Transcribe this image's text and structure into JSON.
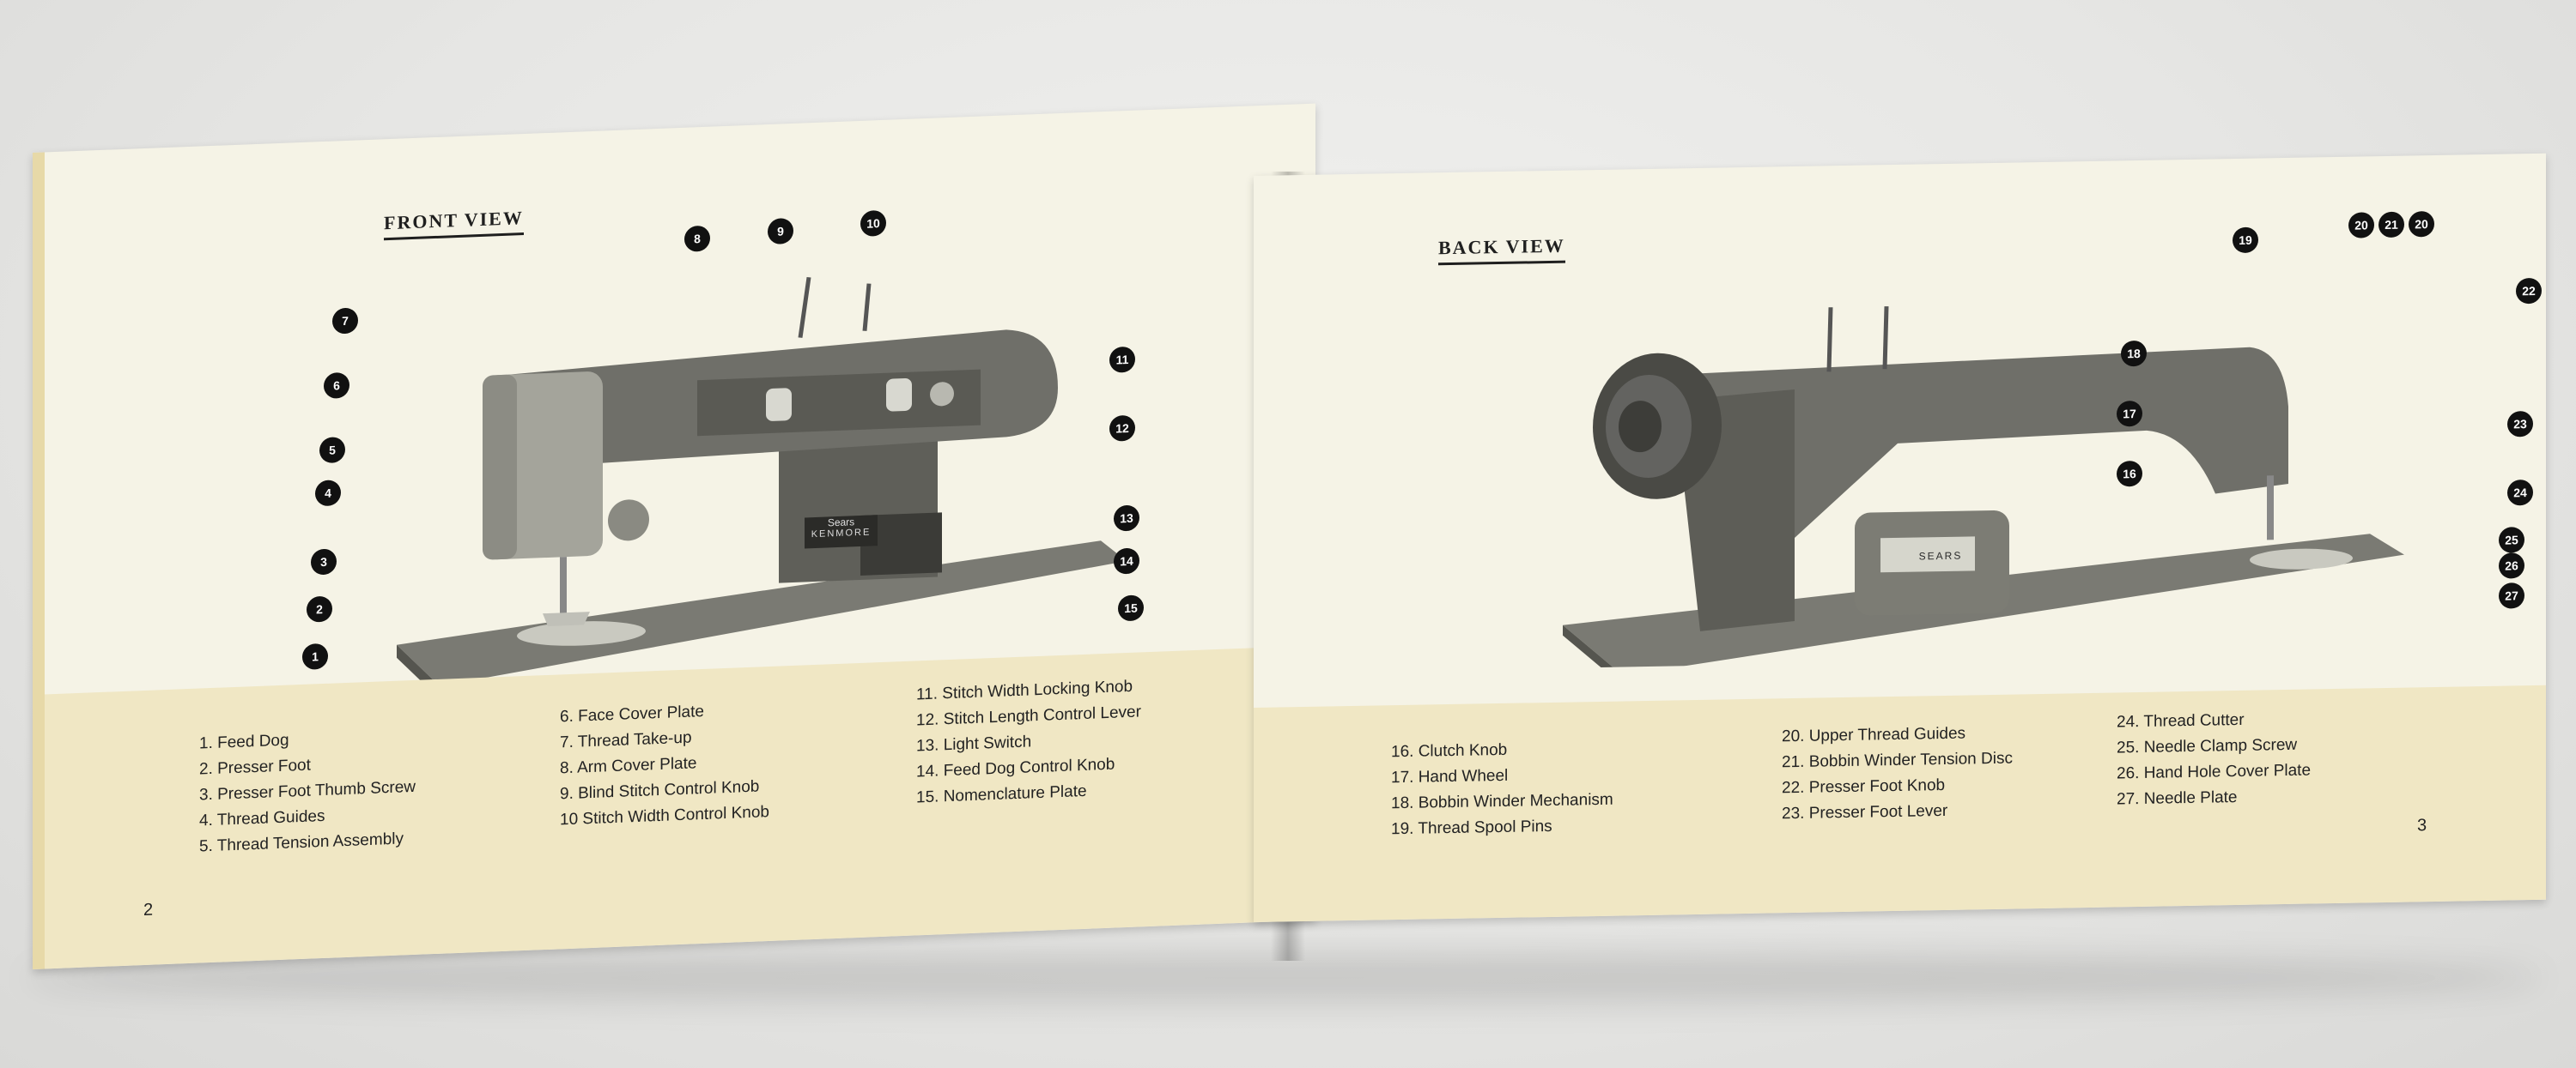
{
  "left_page": {
    "title": "FRONT VIEW",
    "page_number": "2",
    "callouts": [
      "1",
      "2",
      "3",
      "4",
      "5",
      "6",
      "7",
      "8",
      "9",
      "10",
      "11",
      "12",
      "13",
      "14",
      "15"
    ],
    "legend": [
      [
        "1.  Feed Dog",
        "2.  Presser Foot",
        "3.  Presser Foot Thumb Screw",
        "4.  Thread Guides",
        "5.  Thread Tension Assembly"
      ],
      [
        "6.  Face Cover Plate",
        "7.  Thread Take-up",
        "8.  Arm Cover Plate",
        "9.  Blind Stitch Control Knob",
        "10  Stitch Width Control Knob"
      ],
      [
        "11.  Stitch Width Locking Knob",
        "12.  Stitch Length Control Lever",
        "13.  Light Switch",
        "14.  Feed Dog Control Knob",
        "15.  Nomenclature Plate"
      ]
    ],
    "brand_plate": "KENMORE",
    "brand_badge": "Sears"
  },
  "right_page": {
    "title": "BACK VIEW",
    "page_number": "3",
    "callouts": [
      "16",
      "17",
      "18",
      "19",
      "20",
      "21",
      "20",
      "22",
      "23",
      "24",
      "25",
      "26",
      "27"
    ],
    "legend": [
      [
        "16.  Clutch Knob",
        "17.  Hand Wheel",
        "18.  Bobbin Winder Mechanism",
        "19.  Thread Spool Pins"
      ],
      [
        "20.  Upper Thread Guides",
        "21.  Bobbin Winder Tension Disc",
        "22.  Presser Foot Knob",
        "23.  Presser Foot Lever"
      ],
      [
        "24.  Thread Cutter",
        "25.  Needle Clamp Screw",
        "26.  Hand Hole Cover Plate",
        "27.  Needle Plate"
      ]
    ],
    "motor_label": "SEARS"
  },
  "colors": {
    "page": "#f5f3e6",
    "legend_band": "#f0e7c4",
    "machine_body": "#6f6f69",
    "machine_light": "#a4a49b",
    "callout": "#111111"
  }
}
